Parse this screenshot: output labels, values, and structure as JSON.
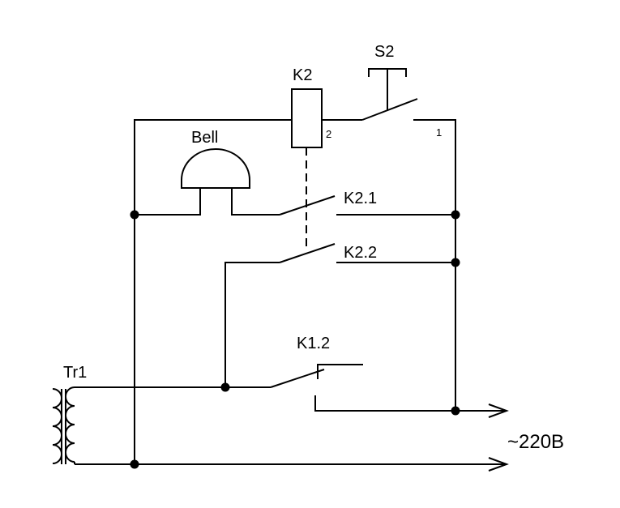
{
  "labels": {
    "s2": "S2",
    "k2": "K2",
    "bell": "Bell",
    "k2_pin2": "2",
    "s2_pin1": "1",
    "k2_1": "K2.1",
    "k2_2": "K2.2",
    "k1_2": "K1.2",
    "tr1": "Tr1",
    "supply": "~220B"
  }
}
